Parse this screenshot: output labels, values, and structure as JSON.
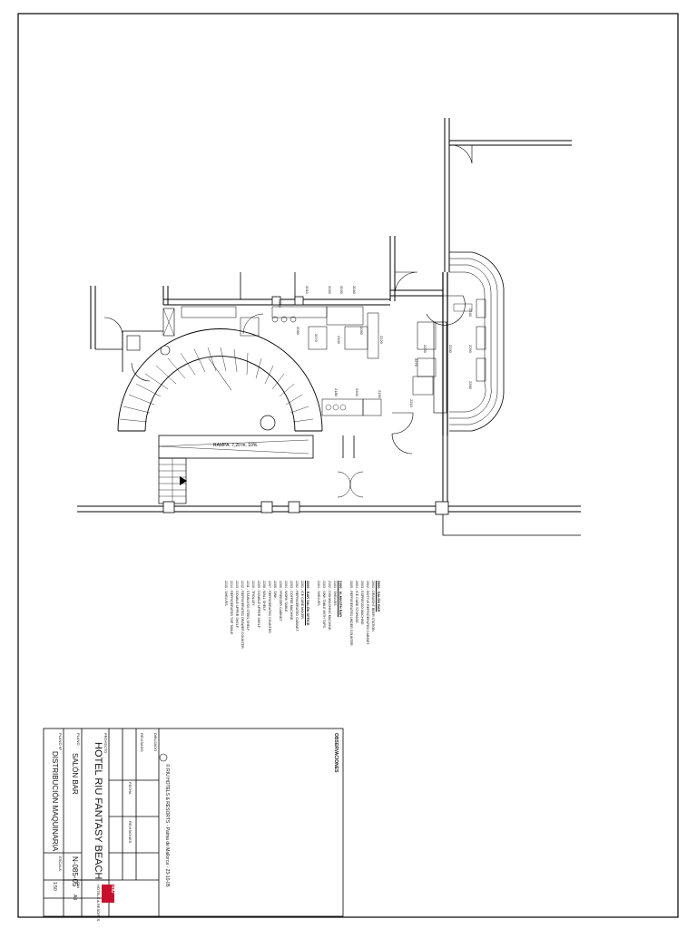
{
  "ramp_label": "RAMPA: 7,20 m. 10%",
  "equipment_tags": [
    "2010",
    "2020",
    "2030",
    "2040",
    "2050",
    "2060",
    "2070",
    "2100",
    "2120",
    "2150",
    "2180",
    "2200",
    "2210",
    "2220",
    "2230",
    "2240",
    "2250",
    "2260",
    "2270",
    "2280"
  ],
  "legend": {
    "groups": [
      {
        "heading": "2000 - SALÓN BAR",
        "lines": [
          "2001 - DRAUGHT BEER STATION.",
          "2002 - BOTTLE REFRIGERATED CABINET.",
          "2003 - ESPRESSO MACHINE.",
          "2004 - ICE CUBE STORAGE.",
          "2005 - REFRIGERATED UNDER COUNTER."
        ]
      },
      {
        "heading": "2100 - ALMACÉN BAR",
        "lines": [
          "2101 - SHELVES.",
          "2102 - DISHWASHING MACHINE.",
          "2103 - SINK TABLE WITH TAPS.",
          "2104 - SHELVES."
        ]
      },
      {
        "heading": "2200 - BAR SALÓN OFFICE",
        "lines": [
          "2201 - ICE CUBE MAKER.",
          "2202 - REFRIGERATED CABINET.",
          "2203 - COFFEE MACHINE.",
          "2204 - WORK TABLE.",
          "2205 - FREEZER CABINET.",
          "2206 - SINK.",
          "2207 - REFRIGERATED COUNTER.",
          "2208 - WALL SHELF.",
          "2209 - DOUBLE UPPER SHELF.",
          "2210 - TROLLEY.",
          "2211 - STAINLESS STEEL SHELF.",
          "2212 - REFRIGERATED DRAWER COUNTER.",
          "2213 - DOUBLE UPPER SHELF.",
          "2214 - REFRIGERATED TOP TABLE.",
          "2215 - SHELVES."
        ]
      }
    ]
  },
  "title_block": {
    "observations_label": "OBSERVACIONES",
    "copyright": "© RIU HOTELS & RESORTS · Palma de Mallorca · 23-10-05",
    "project_label": "PROYECTO",
    "project_name": "HOTEL RIU FANTASY BEACH",
    "plan_label": "PLANO",
    "plan_name": "SALÓN BAR",
    "plan_no_label": "PLANO Nº",
    "plan_title": "DISTRIBUCIÓN MAQUINARIA",
    "drawing_number": "N-085-05",
    "scale_label": "ESCALA",
    "scale_value": "1:50",
    "size_label": "DIN",
    "size_value": "A3",
    "drawn_label": "DIBUJADO",
    "checked_label": "REVISADO",
    "revision_label": "REVISIONES",
    "date_label": "FECHA",
    "logo_text": "RIU",
    "logo_sub": "HOTELS & RESORTS"
  }
}
